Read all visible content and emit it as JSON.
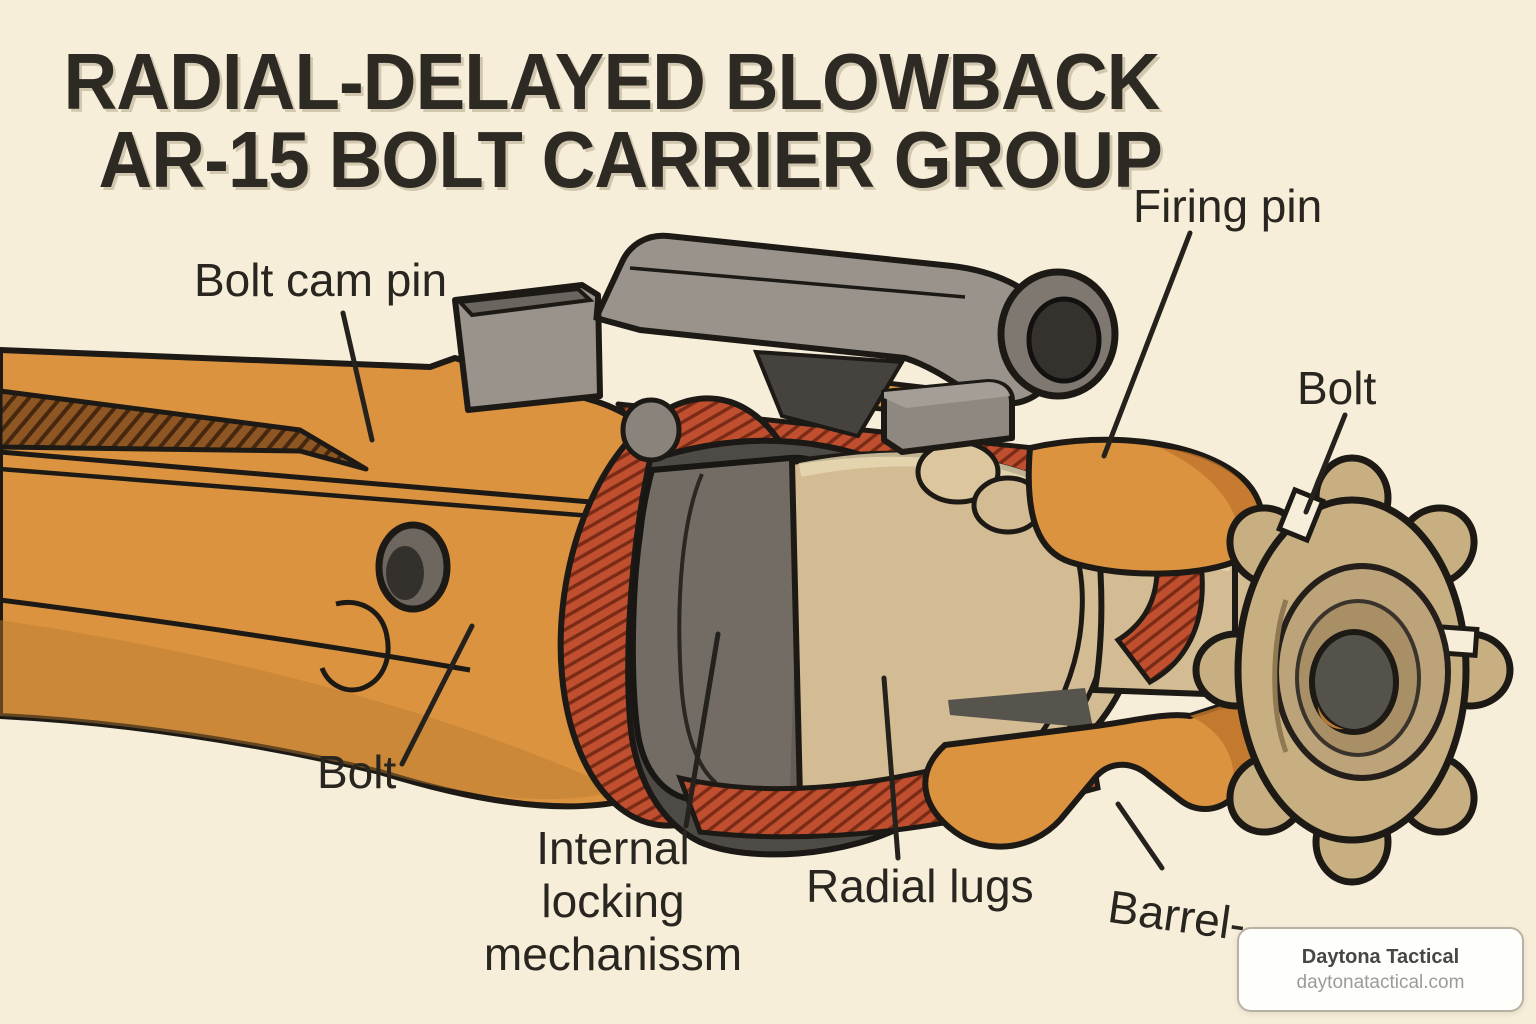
{
  "title": {
    "line1": "RADIAL-DELAYED BLOWBACK",
    "line2": "AR-15 BOLT CARRIER GROUP"
  },
  "labels": {
    "bolt_cam_pin": "Bolt cam pin",
    "firing_pin": "Firing pin",
    "bolt_upper_right": "Bolt",
    "bolt_lower_left": "Bolt",
    "internal_locking_line1": "Internal",
    "internal_locking_line2": "locking",
    "internal_locking_line3": "mechanissm",
    "radial_lugs": "Radial lugs",
    "barrel": "Barrel-"
  },
  "watermark": {
    "brand": "Daytona Tactical",
    "website": "daytonatactical.com"
  },
  "colors": {
    "background": "#f7eeda",
    "carrier_orange": "#db9340",
    "channel_brown": "#8d5622",
    "cutaway_red": "#bf4f2e",
    "steel_gray": "#9a938c",
    "bolt_tan": "#d3bc93",
    "outline": "#1d1a16"
  }
}
